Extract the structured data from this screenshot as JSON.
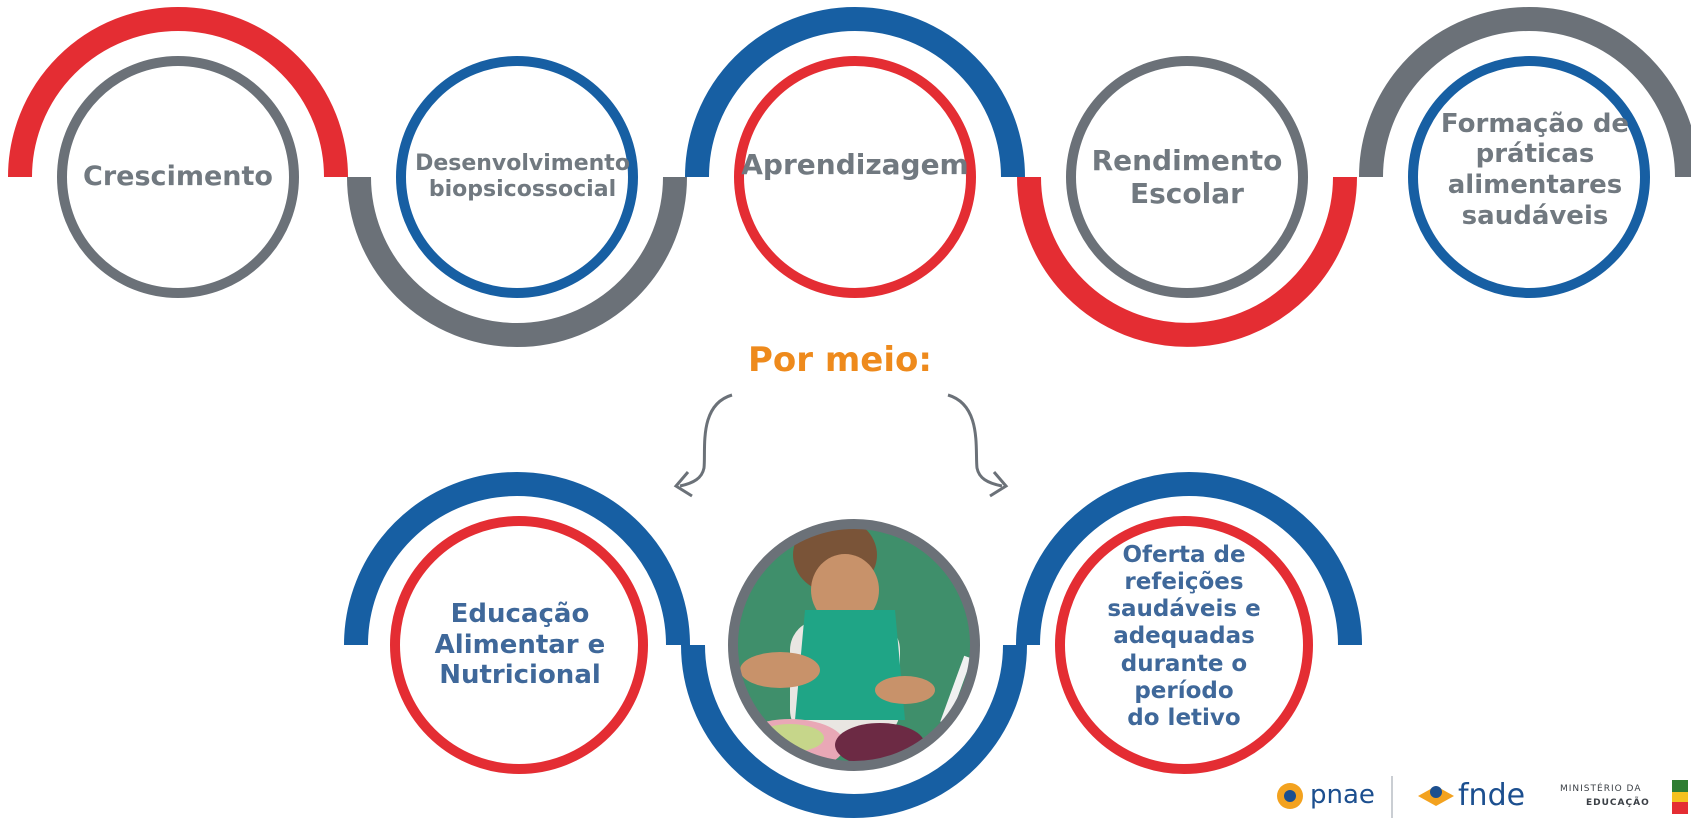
{
  "colors": {
    "red": "#e42d33",
    "blue": "#175fa3",
    "gray": "#6b7178",
    "orange": "#ee8a1c",
    "label_gray": "#717980",
    "label_blue": "#3f689a"
  },
  "outcomes": [
    {
      "id": "crescimento",
      "label": "Crescimento",
      "inner_color": "gray",
      "outer_color": "red"
    },
    {
      "id": "desenvolvimento",
      "label": "Desenvolvimento\nbiopsicossocial",
      "inner_color": "blue",
      "outer_color": "gray"
    },
    {
      "id": "aprendizagem",
      "label": "Aprendizagem",
      "inner_color": "red",
      "outer_color": "blue"
    },
    {
      "id": "rendimento",
      "label": "Rendimento\nEscolar",
      "inner_color": "gray",
      "outer_color": "red"
    },
    {
      "id": "formacao",
      "label": "Formação de\npráticas\nalimentares\nsaudáveis",
      "inner_color": "blue",
      "outer_color": "gray"
    }
  ],
  "connector": {
    "label": "Por meio:"
  },
  "means": [
    {
      "id": "educacao",
      "label": "Educação\nAlimentar e\nNutricional",
      "inner_color": "red",
      "outer_color": "blue"
    },
    {
      "id": "photo",
      "label": "",
      "inner_color": "gray",
      "outer_color": "blue",
      "image": "child-eating-photo"
    },
    {
      "id": "oferta",
      "label": "Oferta de\nrefeições\nsaudáveis e\nadequadas\ndurante o período\ndo letivo",
      "inner_color": "red",
      "outer_color": "blue"
    }
  ],
  "footer": {
    "pnae": "pnae",
    "fnde": "fnde",
    "ministerio_line1": "MINISTÉRIO DA",
    "ministerio_line2": "EDUCAÇÃO"
  }
}
